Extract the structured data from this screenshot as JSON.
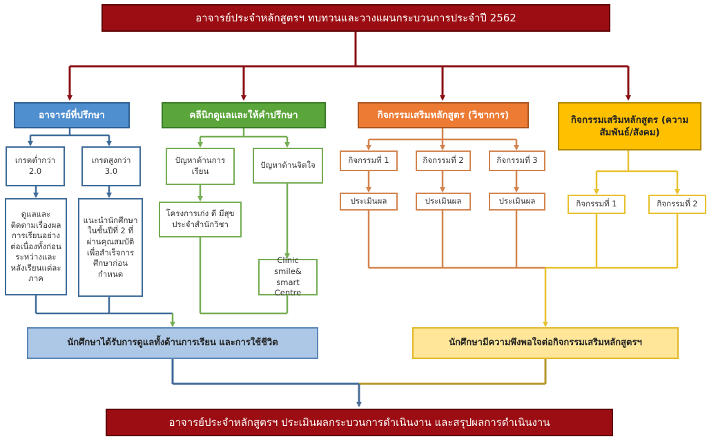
{
  "top_title": "อาจารย์ประจำหลักสูตรฯ ทบทวนและวางแผนกระบวนการประจำปี 2562",
  "advisor": {
    "title": "อาจารย์ที่ปรึกษา",
    "grade_low": "เกรดต่ำกว่า 2.0",
    "grade_high": "เกรดสูงกว่า 3.0",
    "action_low": "ดูแลและติดตามเรื่องผลการเรียนอย่างต่อเนื่องทั้งก่อน ระหว่างและหลังเรียนแต่ละภาค",
    "action_high": "แนะนำนักศึกษาในชั้นปีที่ 2 ที่ผ่านคุณสมบัติเพื่อสำเร็จการศึกษาก่อนกำหนด"
  },
  "clinic": {
    "title": "คลีนิกดูแลและให้คำปรึกษา",
    "learning_problem": "ปัญหาด้านการเรียน",
    "mental_problem": "ปัญหาด้านจิตใจ",
    "project": "โครงการเก่ง ดี มีสุข ประจำสำนักวิชา",
    "smile": "Clinic smile& smart Centre"
  },
  "academic": {
    "title": "กิจกรรมเสริมหลักสูตร (วิชาการ)",
    "activities": [
      "กิจกรรมที่ 1",
      "กิจกรรมที่ 2",
      "กิจกรรมที่ 3"
    ],
    "evaluation": "ประเมินผล"
  },
  "social": {
    "title": "กิจกรรมเสริมหลักสูตร (ความสัมพันธ์/สังคม)",
    "activities": [
      "กิจกรรมที่ 1",
      "กิจกรรมที่ 2"
    ]
  },
  "outcome_left": "นักศึกษาได้รับการดูแลทั้งด้านการเรียน และการใช้ชีวิต",
  "outcome_right": "นักศึกษามีความพึงพอใจต่อกิจกรรมเสริมหลักสูตรฯ",
  "bottom_title": "อาจารย์ประจำหลักสูตรฯ ประเมินผลกระบวนการดำเนินงาน และสรุปผลการดำเนินงาน",
  "colors": {
    "dark_red": "#9b0d12",
    "blue": "#4f8fd0",
    "green": "#5aa63a",
    "orange": "#ee7b34",
    "yellow": "#ffc000"
  }
}
